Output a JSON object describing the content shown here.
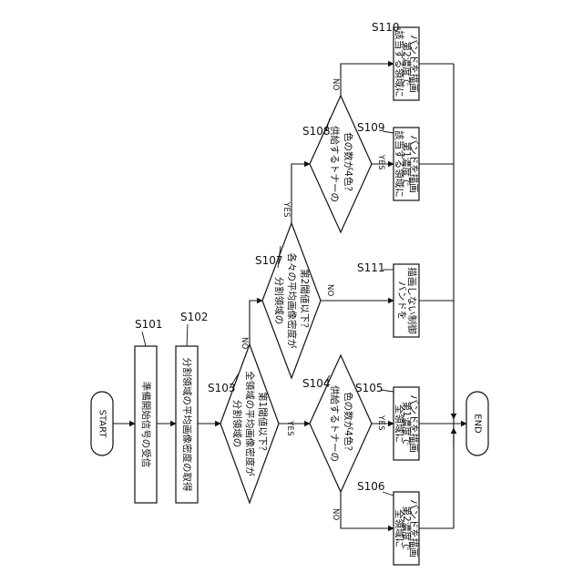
{
  "nodes": {
    "start": {
      "text": "START"
    },
    "s101": {
      "label": "S101",
      "lines": [
        "準備開始信号の受信"
      ]
    },
    "s102": {
      "label": "S102",
      "lines": [
        "分割領域の平均画像密度の取得"
      ]
    },
    "s103": {
      "label": "S103",
      "lines": [
        "分割領域の",
        "全領域の平均画像密度が",
        "第1閾値以下？"
      ]
    },
    "s104": {
      "label": "S104",
      "lines": [
        "供給するトナーの",
        "色の数が4色？"
      ]
    },
    "s105": {
      "label": "S105",
      "lines": [
        "全領域に",
        "第1濃度で",
        "バンドを描画"
      ]
    },
    "s106": {
      "label": "S106",
      "lines": [
        "全領域に",
        "第2濃度で",
        "バンドを描画"
      ]
    },
    "s107": {
      "label": "S107",
      "lines": [
        "分割領域の",
        "各々の平均画像密度が",
        "第2閾値以下？"
      ]
    },
    "s108": {
      "label": "S108",
      "lines": [
        "供給するトナーの",
        "色の数が4色？"
      ]
    },
    "s109": {
      "label": "S109",
      "lines": [
        "該当する領域に",
        "第1濃度で",
        "バンドを描画"
      ]
    },
    "s110": {
      "label": "S110",
      "lines": [
        "該当する領域に",
        "第2濃度で",
        "バンドを描画"
      ]
    },
    "s111": {
      "label": "S111",
      "lines": [
        "バンドを",
        "描画しない制御"
      ]
    },
    "end": {
      "text": "END"
    }
  },
  "branch_labels": {
    "s103_yes": "YES",
    "s103_no": "NO",
    "s104_yes": "YES",
    "s104_no": "NO",
    "s107_yes": "YES",
    "s107_no": "NO",
    "s108_yes": "YES",
    "s108_no": "NO"
  }
}
